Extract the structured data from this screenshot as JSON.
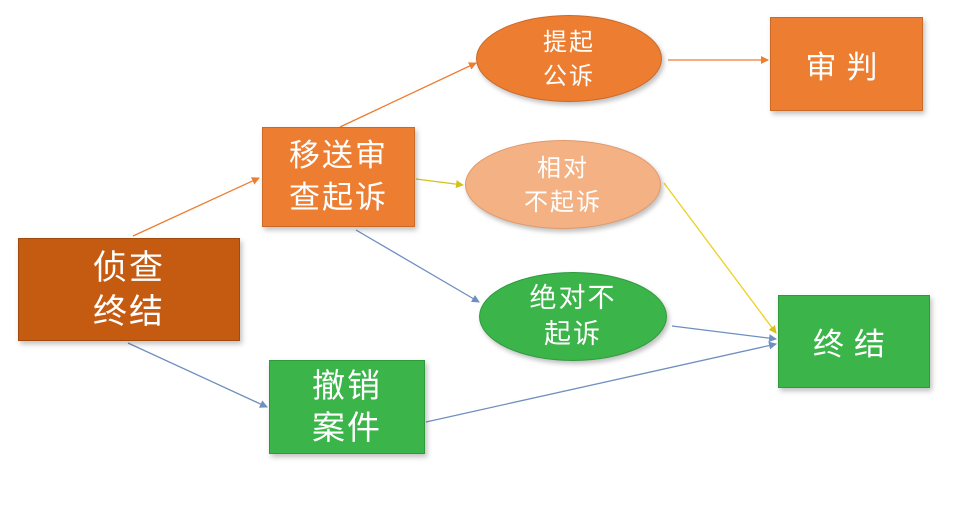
{
  "diagram": {
    "nodes": {
      "investigation": {
        "label": "侦查\n终结",
        "shape": "rectangle",
        "color": "#c55a11"
      },
      "transfer": {
        "label": "移送审\n查起诉",
        "shape": "rectangle",
        "color": "#ed7d31"
      },
      "prosecute": {
        "label": "提起\n公诉",
        "shape": "ellipse",
        "color": "#ed7d31"
      },
      "trial": {
        "label": "审判",
        "shape": "rectangle",
        "color": "#ed7d31"
      },
      "relative": {
        "label": "相对\n不起诉",
        "shape": "ellipse",
        "color": "#f4b183"
      },
      "absolute": {
        "label": "绝对不\n起诉",
        "shape": "ellipse",
        "color": "#3bb44a"
      },
      "withdraw": {
        "label": "撤销\n案件",
        "shape": "rectangle",
        "color": "#3bb44a"
      },
      "end": {
        "label": "终结",
        "shape": "rectangle",
        "color": "#3bb44a"
      }
    },
    "edges": [
      {
        "from": "investigation",
        "to": "transfer",
        "color": "#ed7d31"
      },
      {
        "from": "transfer",
        "to": "prosecute",
        "color": "#ed7d31"
      },
      {
        "from": "prosecute",
        "to": "trial",
        "color": "#ed7d31"
      },
      {
        "from": "transfer",
        "to": "relative",
        "color": "#d4c21a"
      },
      {
        "from": "relative",
        "to": "end",
        "color": "#ecd020"
      },
      {
        "from": "transfer",
        "to": "absolute",
        "color": "#6f8fbf"
      },
      {
        "from": "absolute",
        "to": "end",
        "color": "#6f8fbf"
      },
      {
        "from": "investigation",
        "to": "withdraw",
        "color": "#6f8fbf"
      },
      {
        "from": "withdraw",
        "to": "end",
        "color": "#6f8fbf"
      }
    ]
  }
}
